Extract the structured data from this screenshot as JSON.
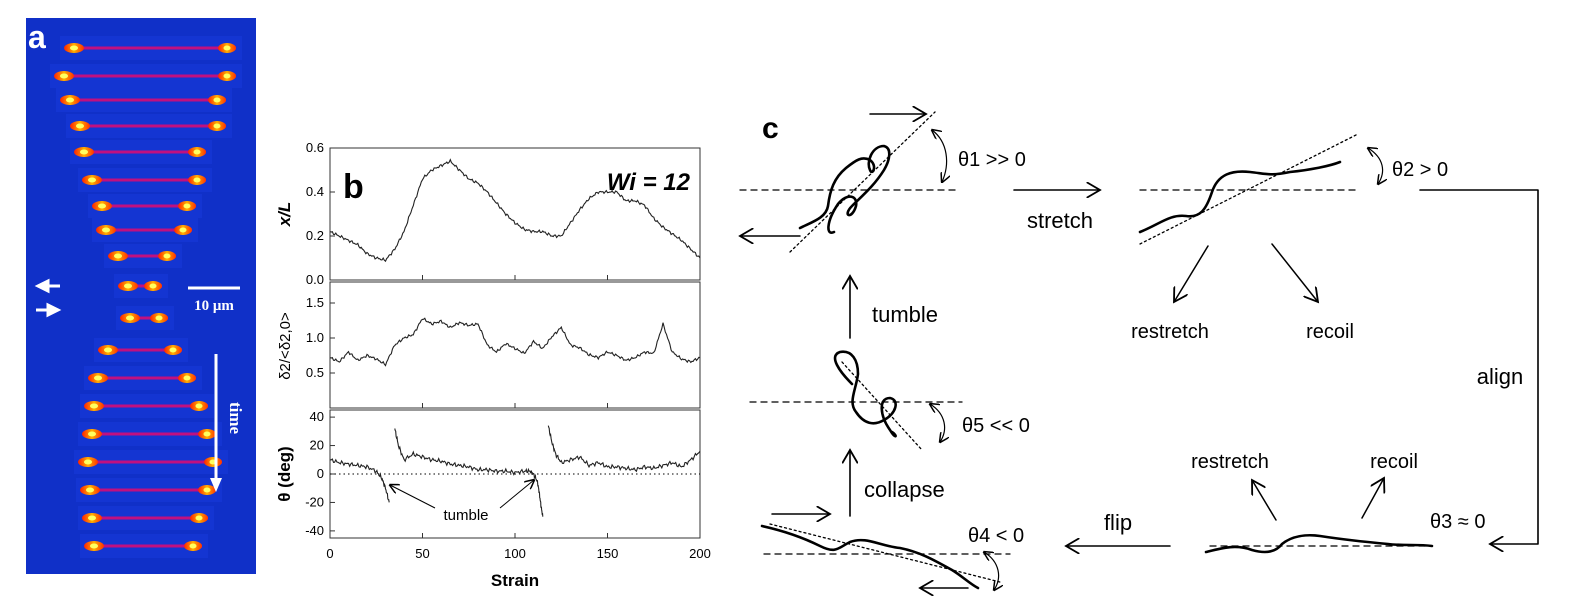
{
  "panel_a": {
    "letter": "a",
    "scale_label": "10 μm",
    "time_label": "time"
  },
  "panel_b": {
    "letter": "b",
    "wi_label": "Wi = 12",
    "xlabel": "Strain",
    "top_ylabel": "x/L",
    "mid_ylabel": "δ2/<δ2,0>",
    "bot_ylabel": "θ (deg)",
    "annotation": "tumble"
  },
  "panel_c": {
    "letter": "c",
    "theta1": "θ1 >> 0",
    "theta2": "θ2 > 0",
    "theta3": "θ3 ≈ 0",
    "theta4": "θ4 < 0",
    "theta5": "θ5 << 0",
    "stretch": "stretch",
    "align": "align",
    "flip": "flip",
    "collapse": "collapse",
    "tumble": "tumble",
    "restretch_1": "restretch",
    "recoil_1": "recoil",
    "restretch_2": "restretch",
    "recoil_2": "recoil"
  },
  "chart_data": {
    "type": "line",
    "xlabel": "Strain",
    "xlim": [
      0,
      200
    ],
    "x_ticks": [
      "0",
      "50",
      "100",
      "150",
      "200"
    ],
    "panels": [
      {
        "ylabel": "x/L",
        "ylim": [
          0,
          0.6
        ],
        "y_ticks": [
          "0.0",
          "0.2",
          "0.4",
          "0.6"
        ],
        "x": [
          0,
          5,
          10,
          15,
          20,
          25,
          30,
          35,
          40,
          45,
          50,
          55,
          60,
          65,
          70,
          75,
          80,
          85,
          90,
          95,
          100,
          105,
          110,
          115,
          120,
          125,
          130,
          135,
          140,
          145,
          150,
          155,
          160,
          165,
          170,
          175,
          180,
          185,
          190,
          195,
          200
        ],
        "y": [
          0.22,
          0.2,
          0.18,
          0.16,
          0.12,
          0.1,
          0.09,
          0.14,
          0.22,
          0.34,
          0.46,
          0.5,
          0.52,
          0.54,
          0.5,
          0.46,
          0.44,
          0.4,
          0.35,
          0.3,
          0.26,
          0.23,
          0.22,
          0.22,
          0.2,
          0.2,
          0.26,
          0.32,
          0.37,
          0.4,
          0.4,
          0.4,
          0.36,
          0.36,
          0.34,
          0.28,
          0.24,
          0.21,
          0.18,
          0.14,
          0.1
        ]
      },
      {
        "ylabel": "δ2/<δ2,0>",
        "ylim": [
          0,
          1.8
        ],
        "y_ticks": [
          "0.5",
          "1.0",
          "1.5"
        ],
        "x": [
          0,
          5,
          10,
          15,
          20,
          25,
          30,
          35,
          40,
          45,
          50,
          55,
          60,
          65,
          70,
          75,
          80,
          85,
          90,
          95,
          100,
          105,
          110,
          115,
          120,
          125,
          130,
          135,
          140,
          145,
          150,
          155,
          160,
          165,
          170,
          175,
          180,
          185,
          190,
          195,
          200
        ],
        "y": [
          0.72,
          0.66,
          0.8,
          0.68,
          0.75,
          0.7,
          0.62,
          0.9,
          1.0,
          1.05,
          1.28,
          1.2,
          1.24,
          1.15,
          1.22,
          1.18,
          1.2,
          0.9,
          0.8,
          0.92,
          0.85,
          0.78,
          0.95,
          0.85,
          1.02,
          1.15,
          0.9,
          0.86,
          0.76,
          0.72,
          0.8,
          0.75,
          0.68,
          0.72,
          0.8,
          0.78,
          1.2,
          0.8,
          0.7,
          0.66,
          0.72
        ]
      },
      {
        "ylabel": "θ (deg)",
        "ylim": [
          -45,
          45
        ],
        "y_ticks": [
          "-40",
          "-20",
          "0",
          "20",
          "40"
        ],
        "segments": [
          {
            "x": [
              0,
              5,
              10,
              15,
              20,
              25,
              28,
              30,
              32
            ],
            "y": [
              10,
              8,
              7,
              6,
              5,
              2,
              -3,
              -10,
              -20
            ]
          },
          {
            "x": [
              35,
              37,
              40,
              45,
              50,
              55,
              60,
              65,
              70,
              75,
              80,
              85,
              90,
              95,
              100,
              105,
              108,
              110,
              112,
              113,
              114,
              115
            ],
            "y": [
              32,
              20,
              10,
              14,
              12,
              10,
              9,
              7,
              6,
              5,
              3,
              3,
              2,
              2,
              1,
              2,
              2,
              0,
              -5,
              -12,
              -22,
              -30
            ]
          },
          {
            "x": [
              118,
              120,
              122,
              125,
              130,
              135,
              140,
              145,
              150,
              155,
              160,
              165,
              170,
              175,
              180,
              185,
              190,
              195,
              200
            ],
            "y": [
              34,
              22,
              14,
              8,
              10,
              12,
              6,
              8,
              5,
              5,
              4,
              3,
              5,
              4,
              6,
              8,
              5,
              10,
              16
            ]
          }
        ],
        "annotation": "tumble"
      }
    ]
  }
}
